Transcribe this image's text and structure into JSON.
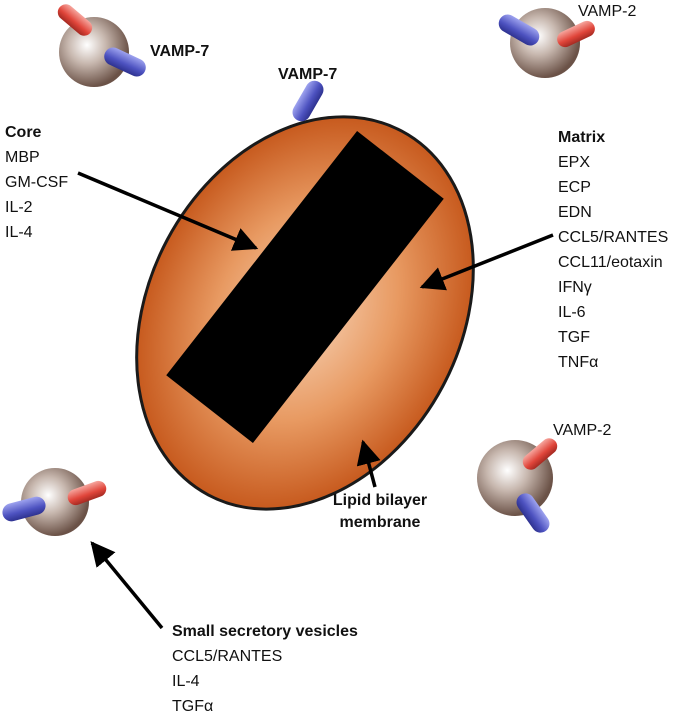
{
  "labels": {
    "core": {
      "heading": "Core",
      "items": [
        "MBP",
        "GM-CSF",
        "IL-2",
        "IL-4"
      ]
    },
    "matrix": {
      "heading": "Matrix",
      "items": [
        "EPX",
        "ECP",
        "EDN",
        "CCL5/RANTES",
        "CCL11/eotaxin",
        "IFNγ",
        "IL-6",
        "TGF",
        "TNFα"
      ]
    },
    "small_vesicles": {
      "heading": "Small secretory vesicles",
      "items": [
        "CCL5/RANTES",
        "IL-4",
        "TGFα"
      ]
    },
    "membrane": {
      "line1": "Lipid bilayer",
      "line2": "membrane"
    }
  },
  "vamp": {
    "top_left": "VAMP-7",
    "granule_top": "VAMP-7",
    "top_right": "VAMP-2",
    "mid_right": "VAMP-2"
  },
  "colors": {
    "granule_edge": "#c75a1e",
    "granule_center": "#f7d4b8",
    "core": "#000000",
    "vesicle": "#8a7468",
    "vamp7": "#5a5ec4",
    "vamp2": "#e0453a",
    "arrow": "#000000"
  }
}
